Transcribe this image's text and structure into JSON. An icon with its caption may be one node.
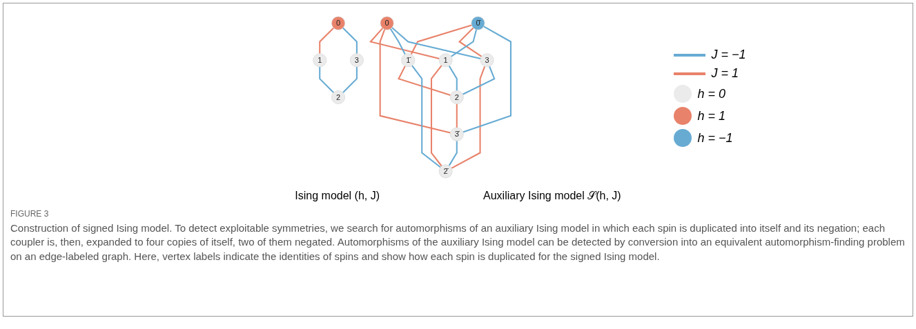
{
  "diagram": {
    "title": "FIGURE 3",
    "caption": "Construction of signed Ising model. To detect exploitable symmetries, we search for automorphisms of an auxiliary Ising model in which each spin is duplicated into itself and its negation; each coupler is, then, expanded to four copies of itself, two of them negated. Automorphisms of the auxiliary Ising model can be detected by conversion into an equivalent automorphism-finding problem on an edge-labeled graph. Here, vertex labels indicate the identities of spins and show how each spin is duplicated for the signed Ising model.",
    "nodes": [
      {
        "text": [
          "0"
        ]
      },
      {
        "text": [
          "1"
        ]
      },
      {
        "text": [
          "3"
        ]
      },
      {
        "text": [
          "2"
        ]
      },
      {
        "text": [
          "0̄"
        ]
      },
      {
        "text": [
          "1̄"
        ]
      },
      {
        "text": [
          "0"
        ]
      },
      {
        "text": [
          "1"
        ]
      },
      {
        "text": [
          "3"
        ]
      },
      {
        "text": [
          "2"
        ]
      },
      {
        "text": [
          "3̄"
        ]
      },
      {
        "text": [
          "2̄"
        ]
      }
    ],
    "edges": [
      {
        "from": 0,
        "to": 1,
        "arrow": "none",
        "color": "#e8826a"
      },
      {
        "from": 0,
        "to": 2,
        "arrow": "none"
      },
      {
        "from": 1,
        "to": 3,
        "arrow": "none"
      },
      {
        "from": 2,
        "to": 3,
        "arrow": "none"
      },
      {
        "from": 4,
        "to": 5,
        "arrow": "none",
        "color": "#e8826a"
      },
      {
        "from": 6,
        "to": 7,
        "arrow": "none",
        "color": "#e8826a"
      },
      {
        "from": 4,
        "to": 8,
        "arrow": "none",
        "color": "#e8826a"
      },
      {
        "from": 6,
        "to": 10,
        "arrow": "none",
        "color": "#e8826a"
      },
      {
        "from": 5,
        "to": 9,
        "arrow": "none",
        "color": "#e8826a"
      },
      {
        "from": 7,
        "to": 11,
        "arrow": "none",
        "color": "#e8826a"
      },
      {
        "from": 8,
        "to": 11,
        "arrow": "none",
        "color": "#e8826a"
      },
      {
        "from": 9,
        "to": 10,
        "arrow": "none",
        "color": "#e8826a"
      },
      {
        "from": 4,
        "to": 7,
        "arrow": "none"
      },
      {
        "from": 6,
        "to": 5,
        "arrow": "none"
      },
      {
        "from": 4,
        "to": 10,
        "arrow": "none"
      },
      {
        "from": 6,
        "to": 8,
        "arrow": "none"
      },
      {
        "from": 7,
        "to": 9,
        "arrow": "none"
      },
      {
        "from": 5,
        "to": 11,
        "arrow": "none"
      },
      {
        "from": 8,
        "to": 9,
        "arrow": "none"
      },
      {
        "from": 10,
        "to": 11,
        "arrow": "none"
      }
    ],
    "labels": [
      "Ising model (h, J)",
      "Auxiliary Ising model 𝒮(h, J)"
    ],
    "legend": [
      {
        "text": "J = −1"
      },
      {
        "text": "J = 1"
      },
      {
        "text": "h = 0",
        "color": "#ebebeb"
      },
      {
        "text": "h = 1",
        "color": "#e8826a"
      },
      {
        "text": "h = −1",
        "color": "#67abd3"
      }
    ]
  }
}
